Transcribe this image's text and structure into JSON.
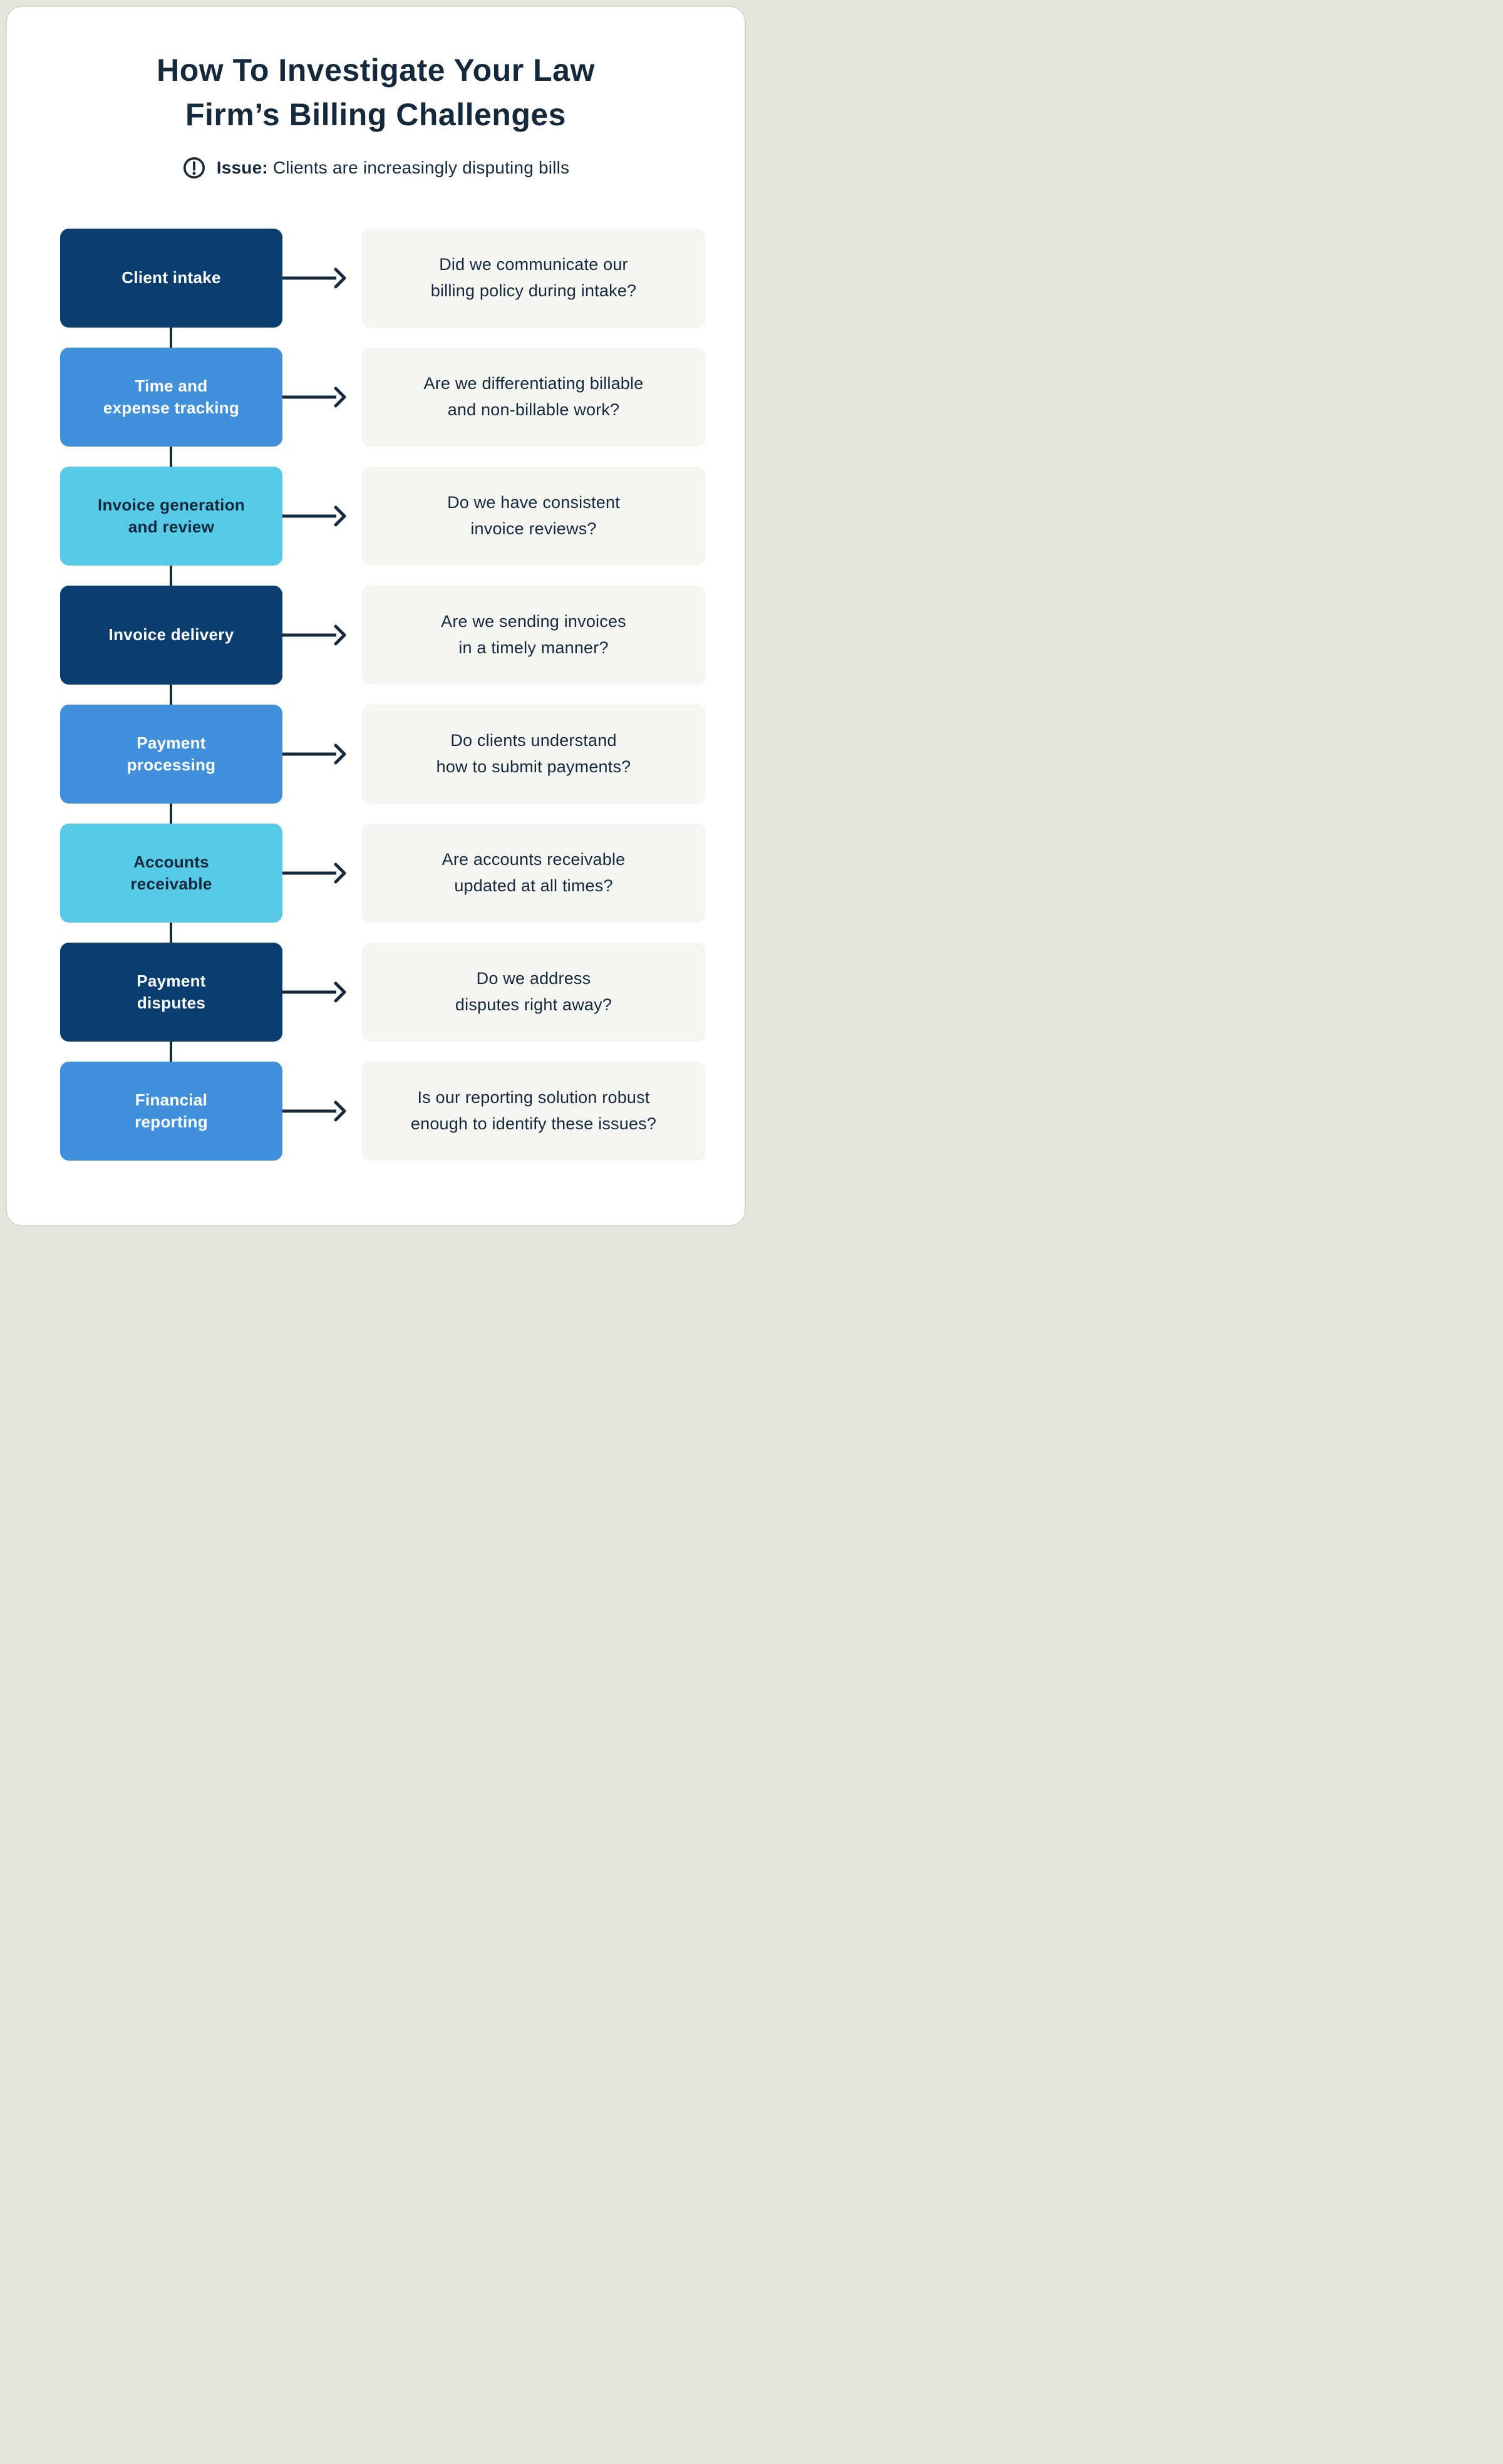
{
  "title": "How To Investigate Your Law\nFirm’s Billing Challenges",
  "issue": {
    "icon": "alert-circle-icon",
    "label": "Issue:",
    "text": "Clients are increasingly disputing bills"
  },
  "steps": [
    {
      "label": "Client intake",
      "color": "navy",
      "question": "Did we communicate our\nbilling policy during intake?"
    },
    {
      "label": "Time and\nexpense tracking",
      "color": "blue",
      "question": "Are we differentiating billable\nand non-billable work?"
    },
    {
      "label": "Invoice generation\nand review",
      "color": "cyan",
      "question": "Do we have consistent\ninvoice reviews?"
    },
    {
      "label": "Invoice delivery",
      "color": "navy",
      "question": "Are we sending invoices\nin a timely manner?"
    },
    {
      "label": "Payment\nprocessing",
      "color": "blue",
      "question": "Do clients understand\nhow to submit payments?"
    },
    {
      "label": "Accounts\nreceivable",
      "color": "cyan",
      "question": "Are accounts receivable\nupdated at all times?"
    },
    {
      "label": "Payment\ndisputes",
      "color": "navy",
      "question": "Do we address\ndisputes right away?"
    },
    {
      "label": "Financial\nreporting",
      "color": "blue",
      "question": "Is our reporting solution robust\nenough to identify these issues?"
    }
  ],
  "colors": {
    "navy_box": "#0a3e6f",
    "blue_box": "#4190db",
    "cyan_box": "#57cae7",
    "question_box": "#f5f5f2",
    "text_dark": "#15293d",
    "text_light": "#ffffff",
    "page_background": "#e5e5dc",
    "card_background": "#ffffff",
    "card_border": "#d7d7cd",
    "connector": "#15293d"
  }
}
